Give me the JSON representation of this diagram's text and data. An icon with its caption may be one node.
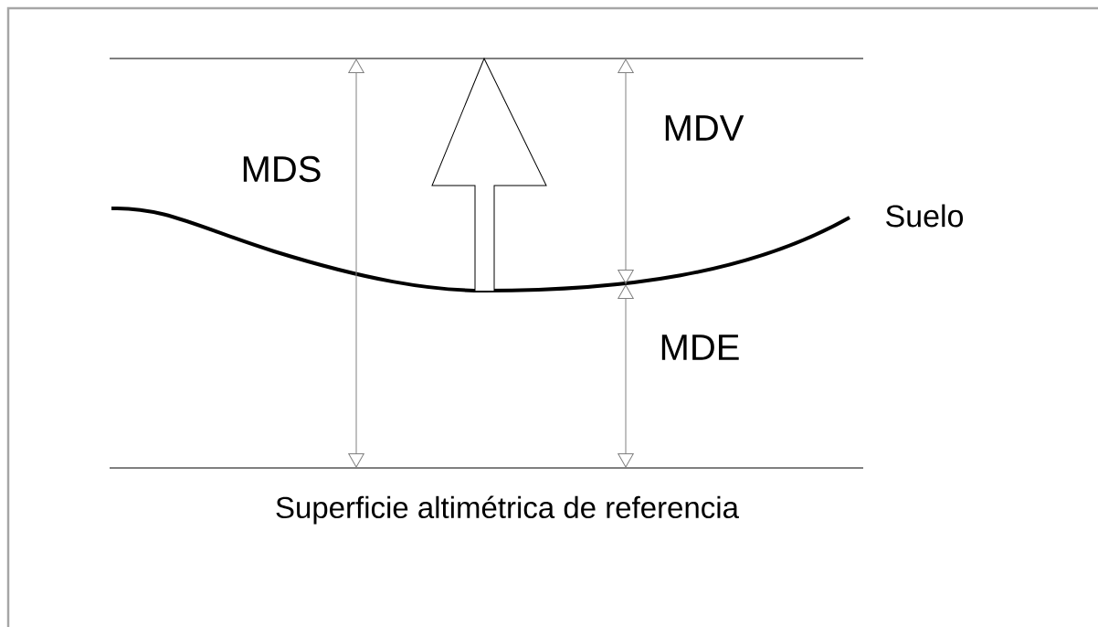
{
  "diagram": {
    "labels": [
      "MDS",
      "MDV",
      "Suelo",
      "MDE",
      "Superficie altimétrica de referencia"
    ]
  }
}
